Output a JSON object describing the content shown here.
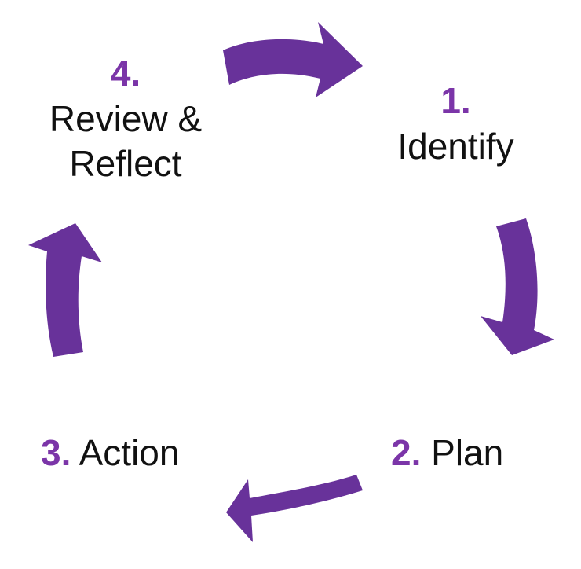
{
  "diagram": {
    "steps": [
      {
        "number": "1.",
        "label": "Identify"
      },
      {
        "number": "2.",
        "label": "Plan"
      },
      {
        "number": "3.",
        "label": "Action"
      },
      {
        "number": "4.",
        "label": "Review & Reflect",
        "lines": [
          "Review &",
          "Reflect"
        ]
      }
    ],
    "colors": {
      "arrow": "#68329a",
      "number": "#7b35a8",
      "text": "#111111",
      "background": "#ffffff"
    }
  }
}
